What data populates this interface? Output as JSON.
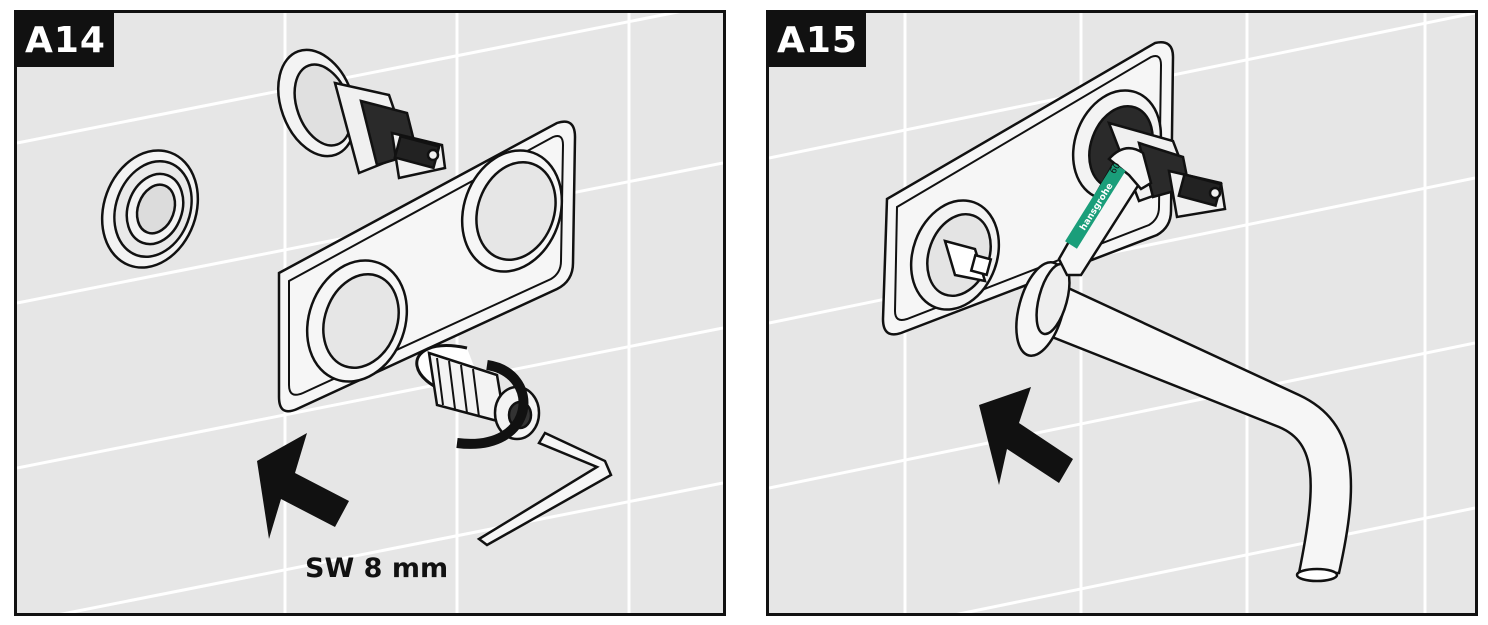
{
  "panels": [
    {
      "step": "A14",
      "tool_size": "SW 8 mm"
    },
    {
      "step": "A15",
      "brand_text": "hansgrohe",
      "wrench_size": "60"
    }
  ],
  "colors": {
    "background": "#e6e6e6",
    "tile_lines": "#ffffff",
    "outline": "#111111",
    "brand_band": "#1a9e7a"
  }
}
